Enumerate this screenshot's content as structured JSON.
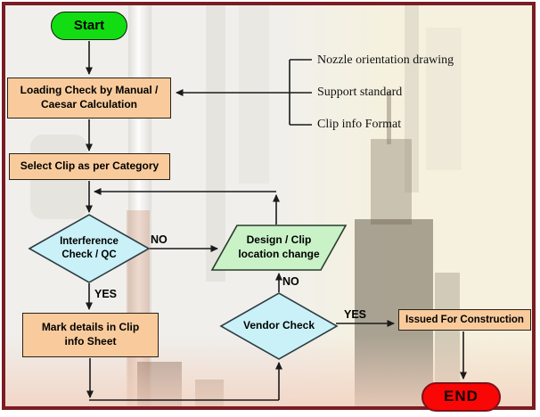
{
  "flowchart": {
    "nodes": {
      "start": {
        "label": "Start"
      },
      "loading": {
        "label": "Loading Check by Manual /\nCaesar Calculation"
      },
      "select": {
        "label": "Select Clip as per Category"
      },
      "interference": {
        "label": "Interference\nCheck / QC"
      },
      "design": {
        "label": "Design / Clip\nlocation change"
      },
      "vendor": {
        "label": "Vendor Check"
      },
      "mark": {
        "label": "Mark details in Clip\ninfo Sheet"
      },
      "issued": {
        "label": "Issued For Construction"
      },
      "end": {
        "label": "END"
      }
    },
    "edge_labels": {
      "interference_no": "NO",
      "interference_yes": "YES",
      "vendor_no": "NO",
      "vendor_yes": "YES"
    },
    "annotations": {
      "items": [
        "Nozzle orientation drawing",
        "Support standard",
        "Clip info Format"
      ]
    },
    "colors": {
      "start_fill": "#12dd12",
      "end_fill": "#f90606",
      "process_fill": "#f9cb9c",
      "decision_fill": "#c9f1f7",
      "io_fill": "#c9f2c6",
      "frame_border": "#7b1c24",
      "connector": "#1a1a1a"
    }
  }
}
